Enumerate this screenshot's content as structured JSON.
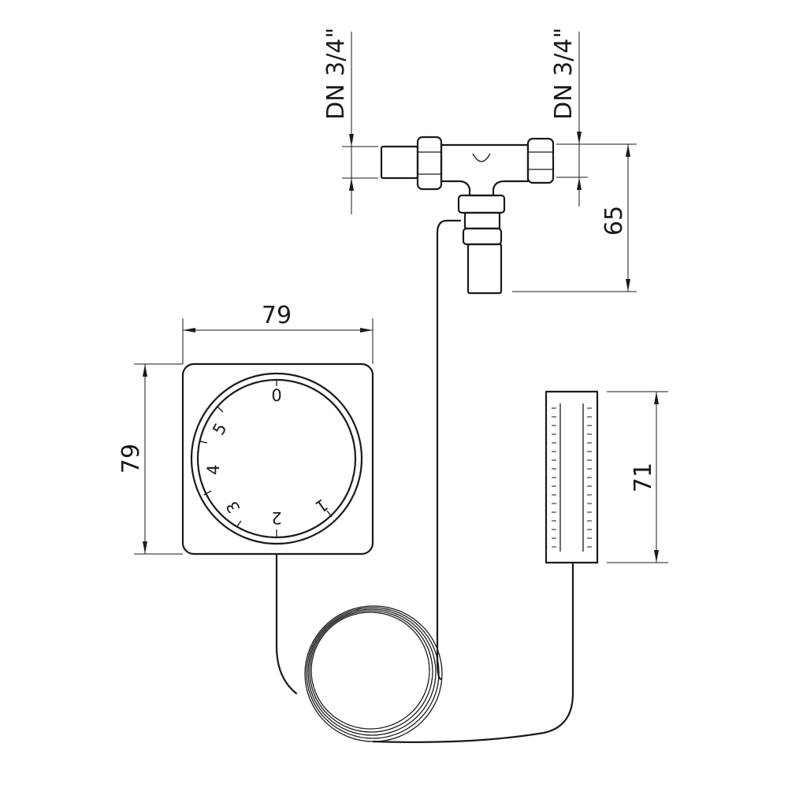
{
  "dimensions": {
    "inlet_size": "DN 3/4\"",
    "outlet_size": "DN 3/4\"",
    "valve_height": "65",
    "controller_width": "79",
    "controller_height": "79",
    "sensor_length": "71"
  },
  "dial": {
    "labels": [
      "0",
      "5",
      "4",
      "3",
      "2",
      "1"
    ]
  }
}
